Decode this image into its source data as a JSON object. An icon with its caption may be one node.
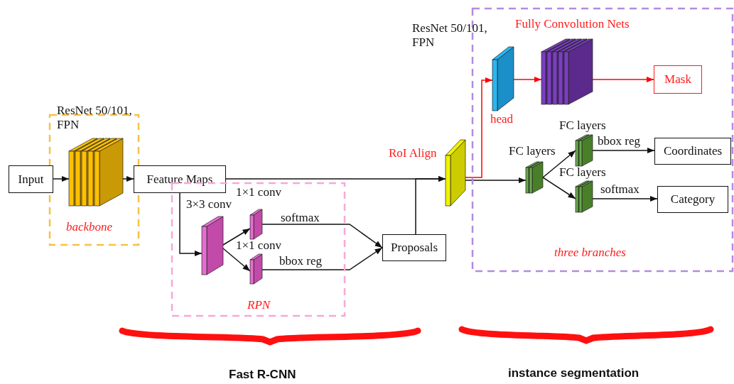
{
  "diagram": {
    "nodes": [
      {
        "text": [
          "ResNet 50/101, FPN",
          "backbone"
        ]
      },
      {
        "text": [
          "Input"
        ]
      },
      {
        "text": [],
        "shape": "box",
        "in": 0
      },
      {
        "text": [
          "Feature Maps"
        ]
      },
      {
        "text": [
          "RPN"
        ]
      },
      {
        "text": [],
        "shape": "box",
        "in": 4,
        "beside": [
          "3×3 conv"
        ]
      },
      {
        "text": [],
        "shape": "box",
        "in": 4,
        "beside": [
          "1×1 conv"
        ]
      },
      {
        "text": [],
        "shape": "box",
        "in": 4,
        "beside": [
          "1×1 conv"
        ]
      },
      {
        "text": [
          "Proposals"
        ]
      },
      {
        "text": [],
        "shape": "box",
        "beside": [
          "RoI Align"
        ]
      },
      {
        "text": [
          "three branches"
        ]
      },
      {
        "text": [],
        "shape": "box",
        "in": 10,
        "beside": [
          "head"
        ]
      },
      {
        "text": [],
        "shape": "box",
        "in": 10,
        "beside": [
          "Fully Convolution Nets"
        ]
      },
      {
        "text": [
          "Mask"
        ],
        "in": 10
      },
      {
        "text": [],
        "shape": "box",
        "in": 10,
        "beside": [
          "FC layers"
        ]
      },
      {
        "text": [],
        "shape": "box",
        "in": 10,
        "beside": [
          "FC layers"
        ]
      },
      {
        "text": [],
        "shape": "box",
        "in": 10,
        "beside": [
          "FC layers"
        ]
      },
      {
        "text": [
          "Coordinates"
        ],
        "in": 10
      },
      {
        "text": [
          "Category"
        ],
        "in": 10
      }
    ],
    "edges": [
      {
        "from": 1,
        "to": 2,
        "arrow": "to"
      },
      {
        "from": 2,
        "to": 3,
        "arrow": "to"
      },
      {
        "from": 3,
        "to": 9,
        "arrow": "to"
      },
      {
        "from": 8,
        "to": 9,
        "arrow": "to"
      },
      {
        "from": 3,
        "to": 5,
        "arrow": "to"
      },
      {
        "from": 5,
        "to": 6,
        "arrow": "to"
      },
      {
        "from": 5,
        "to": 7,
        "arrow": "to"
      },
      {
        "from": 6,
        "to": 8,
        "arrow": "to",
        "label": "softmax"
      },
      {
        "from": 7,
        "to": 8,
        "arrow": "to",
        "label": "bbox reg"
      },
      {
        "from": 9,
        "to": 11,
        "arrow": "to",
        "color": "#ff0000"
      },
      {
        "from": 11,
        "to": 12,
        "arrow": "to",
        "color": "#ff0000"
      },
      {
        "from": 12,
        "to": 13,
        "arrow": "to",
        "color": "#ff0000"
      },
      {
        "from": 9,
        "to": 14,
        "arrow": "to"
      },
      {
        "from": 14,
        "to": 15,
        "arrow": "to"
      },
      {
        "from": 14,
        "to": 16,
        "arrow": "to"
      },
      {
        "from": 15,
        "to": 17,
        "arrow": "to",
        "label": "bbox reg"
      },
      {
        "from": 16,
        "to": 18,
        "arrow": "to",
        "label": "softmax"
      }
    ],
    "labels": [
      "ResNet 50/101, FPN",
      "Fast R-CNN",
      "instance segmentation"
    ]
  }
}
